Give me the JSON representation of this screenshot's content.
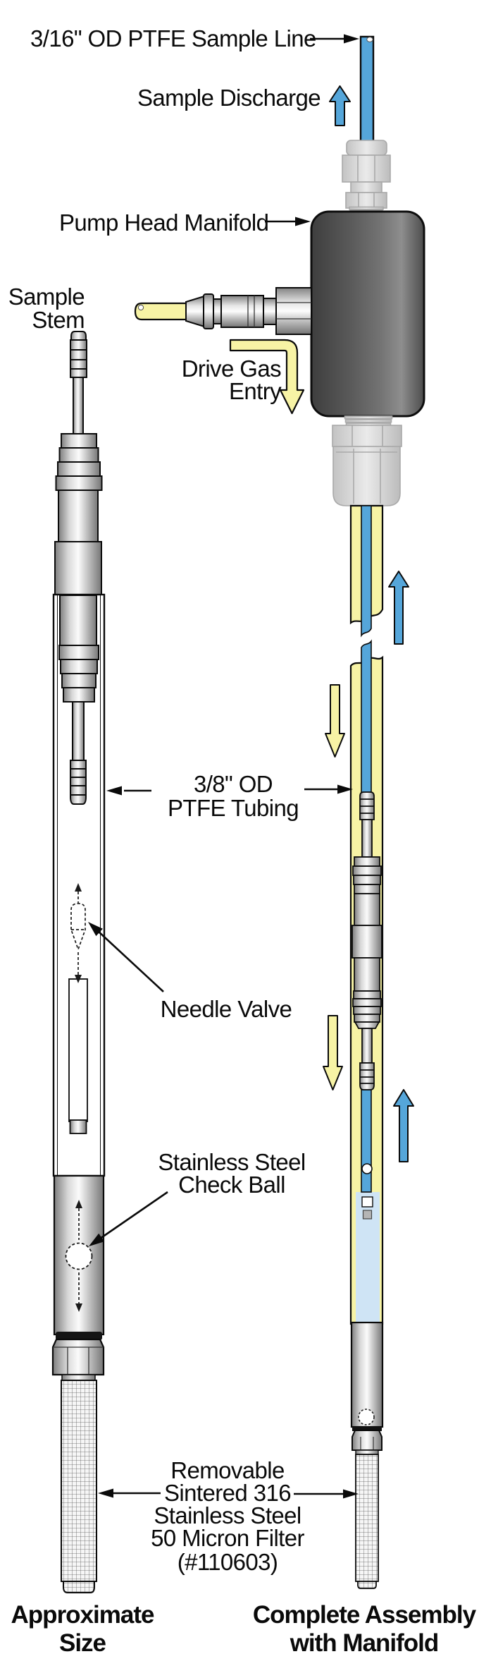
{
  "figure": {
    "title": "Pneumatic sample pump diagram",
    "labels": {
      "sample_line": "3/16\" OD PTFE Sample Line",
      "sample_discharge": "Sample Discharge",
      "pump_head_manifold": "Pump Head Manifold",
      "sample_stem_line1": "Sample",
      "sample_stem_line2": "Stem",
      "drive_gas_line1": "Drive Gas",
      "drive_gas_line2": "Entry",
      "tubing_line1": "3/8\" OD",
      "tubing_line2": "PTFE  Tubing",
      "needle_valve": "Needle Valve",
      "check_ball_line1": "Stainless Steel",
      "check_ball_line2": "Check Ball",
      "filter_line1": "Removable",
      "filter_line2": "Sintered 316",
      "filter_line3": "Stainless Steel",
      "filter_line4": "50 Micron Filter",
      "filter_line5": "(#110603)",
      "caption_left_line1": "Approximate",
      "caption_left_line2": "Size",
      "caption_right_line1": "Complete Assembly",
      "caption_right_line2": "with Manifold"
    },
    "colors": {
      "sample_blue": "#55a6da",
      "drive_gas_yellow": "#f7f3a5",
      "liquid_light_blue": "#cfe4f5",
      "manifold_dark_gray": "#5e5e5e",
      "ghost_fitting_gray": "#d6d6d6",
      "outline_black": "#0a0a0a"
    }
  }
}
